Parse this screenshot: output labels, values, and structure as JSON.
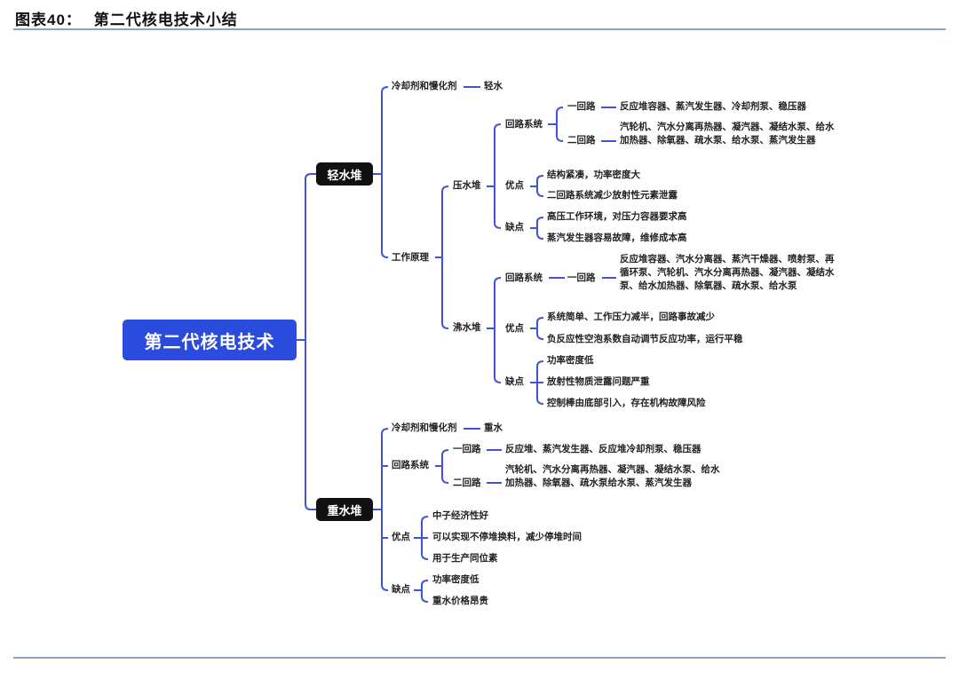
{
  "header": {
    "title_prefix": "图表",
    "title_num": "40：",
    "title_text": "第二代核电技术小结"
  },
  "root": "第二代核电技术",
  "light_water": {
    "label": "轻水堆",
    "coolant_label": "冷却剂和慢化剂",
    "coolant_value": "轻水",
    "principle_label": "工作原理",
    "pwr": {
      "label": "压水堆",
      "loop_label": "回路系统",
      "primary_label": "一回路",
      "primary_value": "反应堆容器、蒸汽发生器、冷却剂泵、稳压器",
      "secondary_label": "二回路",
      "secondary_value": "汽轮机、汽水分离再热器、凝汽器、凝结水泵、给水加热器、除氧器、疏水泵、给水泵、蒸汽发生器",
      "pros_label": "优点",
      "pros": [
        "结构紧凑，功率密度大",
        "二回路系统减少放射性元素泄露"
      ],
      "cons_label": "缺点",
      "cons": [
        "高压工作环境，对压力容器要求高",
        "蒸汽发生器容易故障，维修成本高"
      ]
    },
    "bwr": {
      "label": "沸水堆",
      "loop_label": "回路系统",
      "primary_label": "一回路",
      "primary_value": "反应堆容器、汽水分离器、蒸汽干燥器、喷射泵、再循环泵、汽轮机、汽水分离再热器、凝汽器、凝结水泵、给水加热器、除氧器、疏水泵、给水泵",
      "pros_label": "优点",
      "pros": [
        "系统简单、工作压力减半，回路事故减少",
        "负反应性空泡系数自动调节反应功率，运行平稳"
      ],
      "cons_label": "缺点",
      "cons": [
        "功率密度低",
        "放射性物质泄露问题严重",
        "控制棒由底部引入，存在机构故障风险"
      ]
    }
  },
  "heavy_water": {
    "label": "重水堆",
    "coolant_label": "冷却剂和慢化剂",
    "coolant_value": "重水",
    "loop_label": "回路系统",
    "primary_label": "一回路",
    "primary_value": "反应堆、蒸汽发生器、反应堆冷却剂泵、稳压器",
    "secondary_label": "二回路",
    "secondary_value": "汽轮机、汽水分离再热器、凝汽器、凝结水泵、给水加热器、除氧器、疏水泵给水泵、蒸汽发生器",
    "pros_label": "优点",
    "pros": [
      "中子经济性好",
      "可以实现不停堆换料，减少停堆时间",
      "用于生产同位素"
    ],
    "cons_label": "缺点",
    "cons": [
      "功率密度低",
      "重水价格昂贵"
    ]
  },
  "colors": {
    "line": "#3f55d6",
    "root_bg": "#2a4bdb",
    "category_bg": "#111111",
    "rule": "#8ea3bd"
  }
}
